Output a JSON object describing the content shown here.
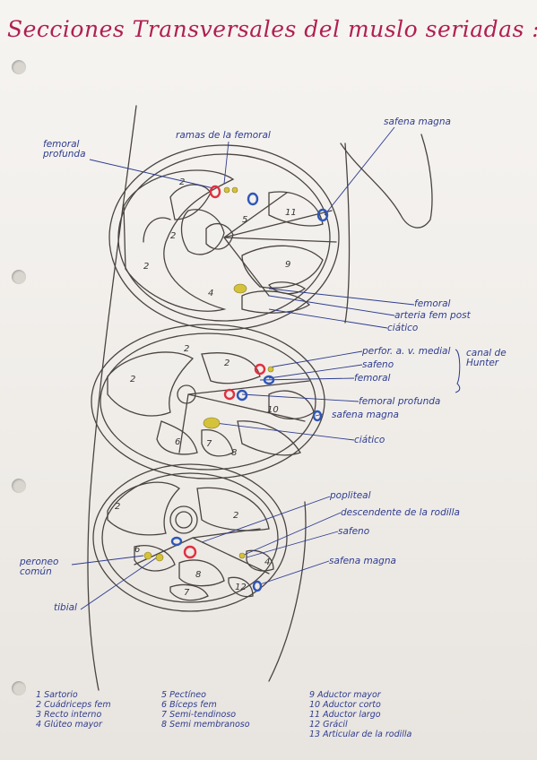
{
  "title": "Secciones Transversales del muslo seriadas :",
  "labels": {
    "femoral_profunda": "femoral profunda",
    "ramas_femoral": "ramas de la femoral",
    "safena_magna_1": "safena magna",
    "femoral_1": "femoral",
    "arteria_fem_post": "arteria fem post",
    "ciatico_1": "ciático",
    "perforante": "perfor. a. v. medial",
    "canal_hunter": "canal de Hunter",
    "safeno_2": "safeno",
    "femoral_2": "femoral",
    "femoral_profunda_2": "femoral profunda",
    "safena_magna_2": "safena magna",
    "ciatico_2": "ciático",
    "popliteal": "popliteal",
    "descendente": "descendente de la rodilla",
    "safeno_3": "safeno",
    "safena_magna_3": "safena magna",
    "peroneo_comun": "peroneo común",
    "tibial": "tibial"
  },
  "legend": {
    "col1": [
      "1 Sartorio",
      "2 Cuádriceps fem",
      "3 Recto interno",
      "4 Glúteo mayor"
    ],
    "col2": [
      "5 Pectíneo",
      "6 Bíceps fem",
      "7 Semi-tendinoso",
      "8 Semi membranoso"
    ],
    "col3": [
      "9 Aductor mayor",
      "10 Aductor corto",
      "11 Aductor largo",
      "12 Grácil",
      "13 Articular de la rodilla"
    ]
  },
  "colors": {
    "title": "#b01f52",
    "ink": "#2e3c8f",
    "artery": "#e03040",
    "vein": "#2f57b8",
    "nerve": "#d4c23a",
    "pencil": "#444444"
  }
}
